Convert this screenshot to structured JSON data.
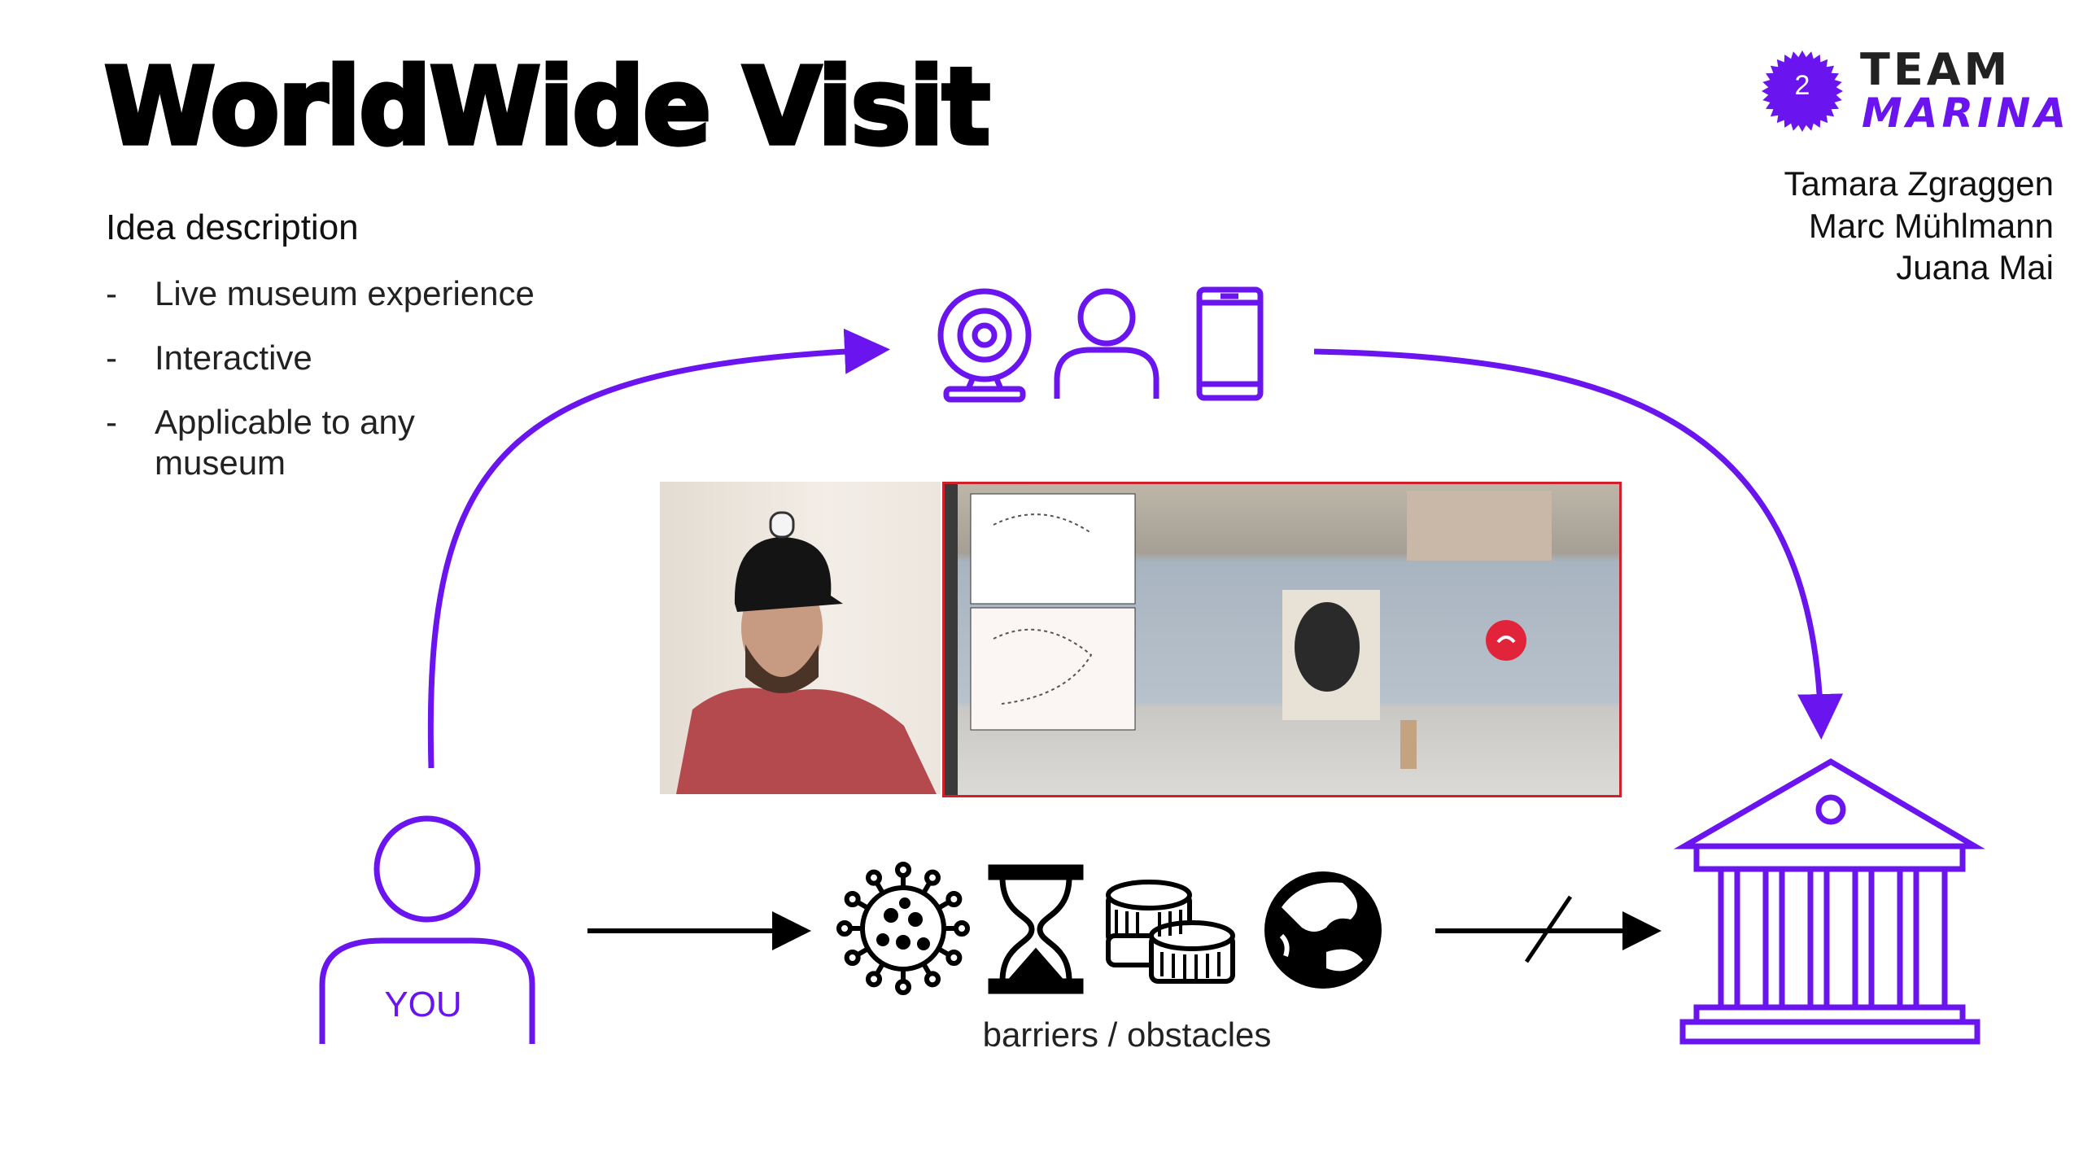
{
  "title": "WorldWide Visit",
  "idea": {
    "heading": "Idea description",
    "bullets": [
      {
        "dash": "-",
        "text": "Live museum experience"
      },
      {
        "dash": "-",
        "text": "Interactive"
      },
      {
        "dash": "-",
        "text": "Applicable to any museum"
      }
    ]
  },
  "team": {
    "badge_number": "2",
    "line1": "TEAM",
    "line2": "MARINA",
    "members": [
      "Tamara Zgraggen",
      "Marc Mühlmann",
      "Juana Mai"
    ]
  },
  "diagram": {
    "you_label": "YOU",
    "barriers_label": "barriers / obstacles",
    "accent_color": "#6a14f0"
  }
}
